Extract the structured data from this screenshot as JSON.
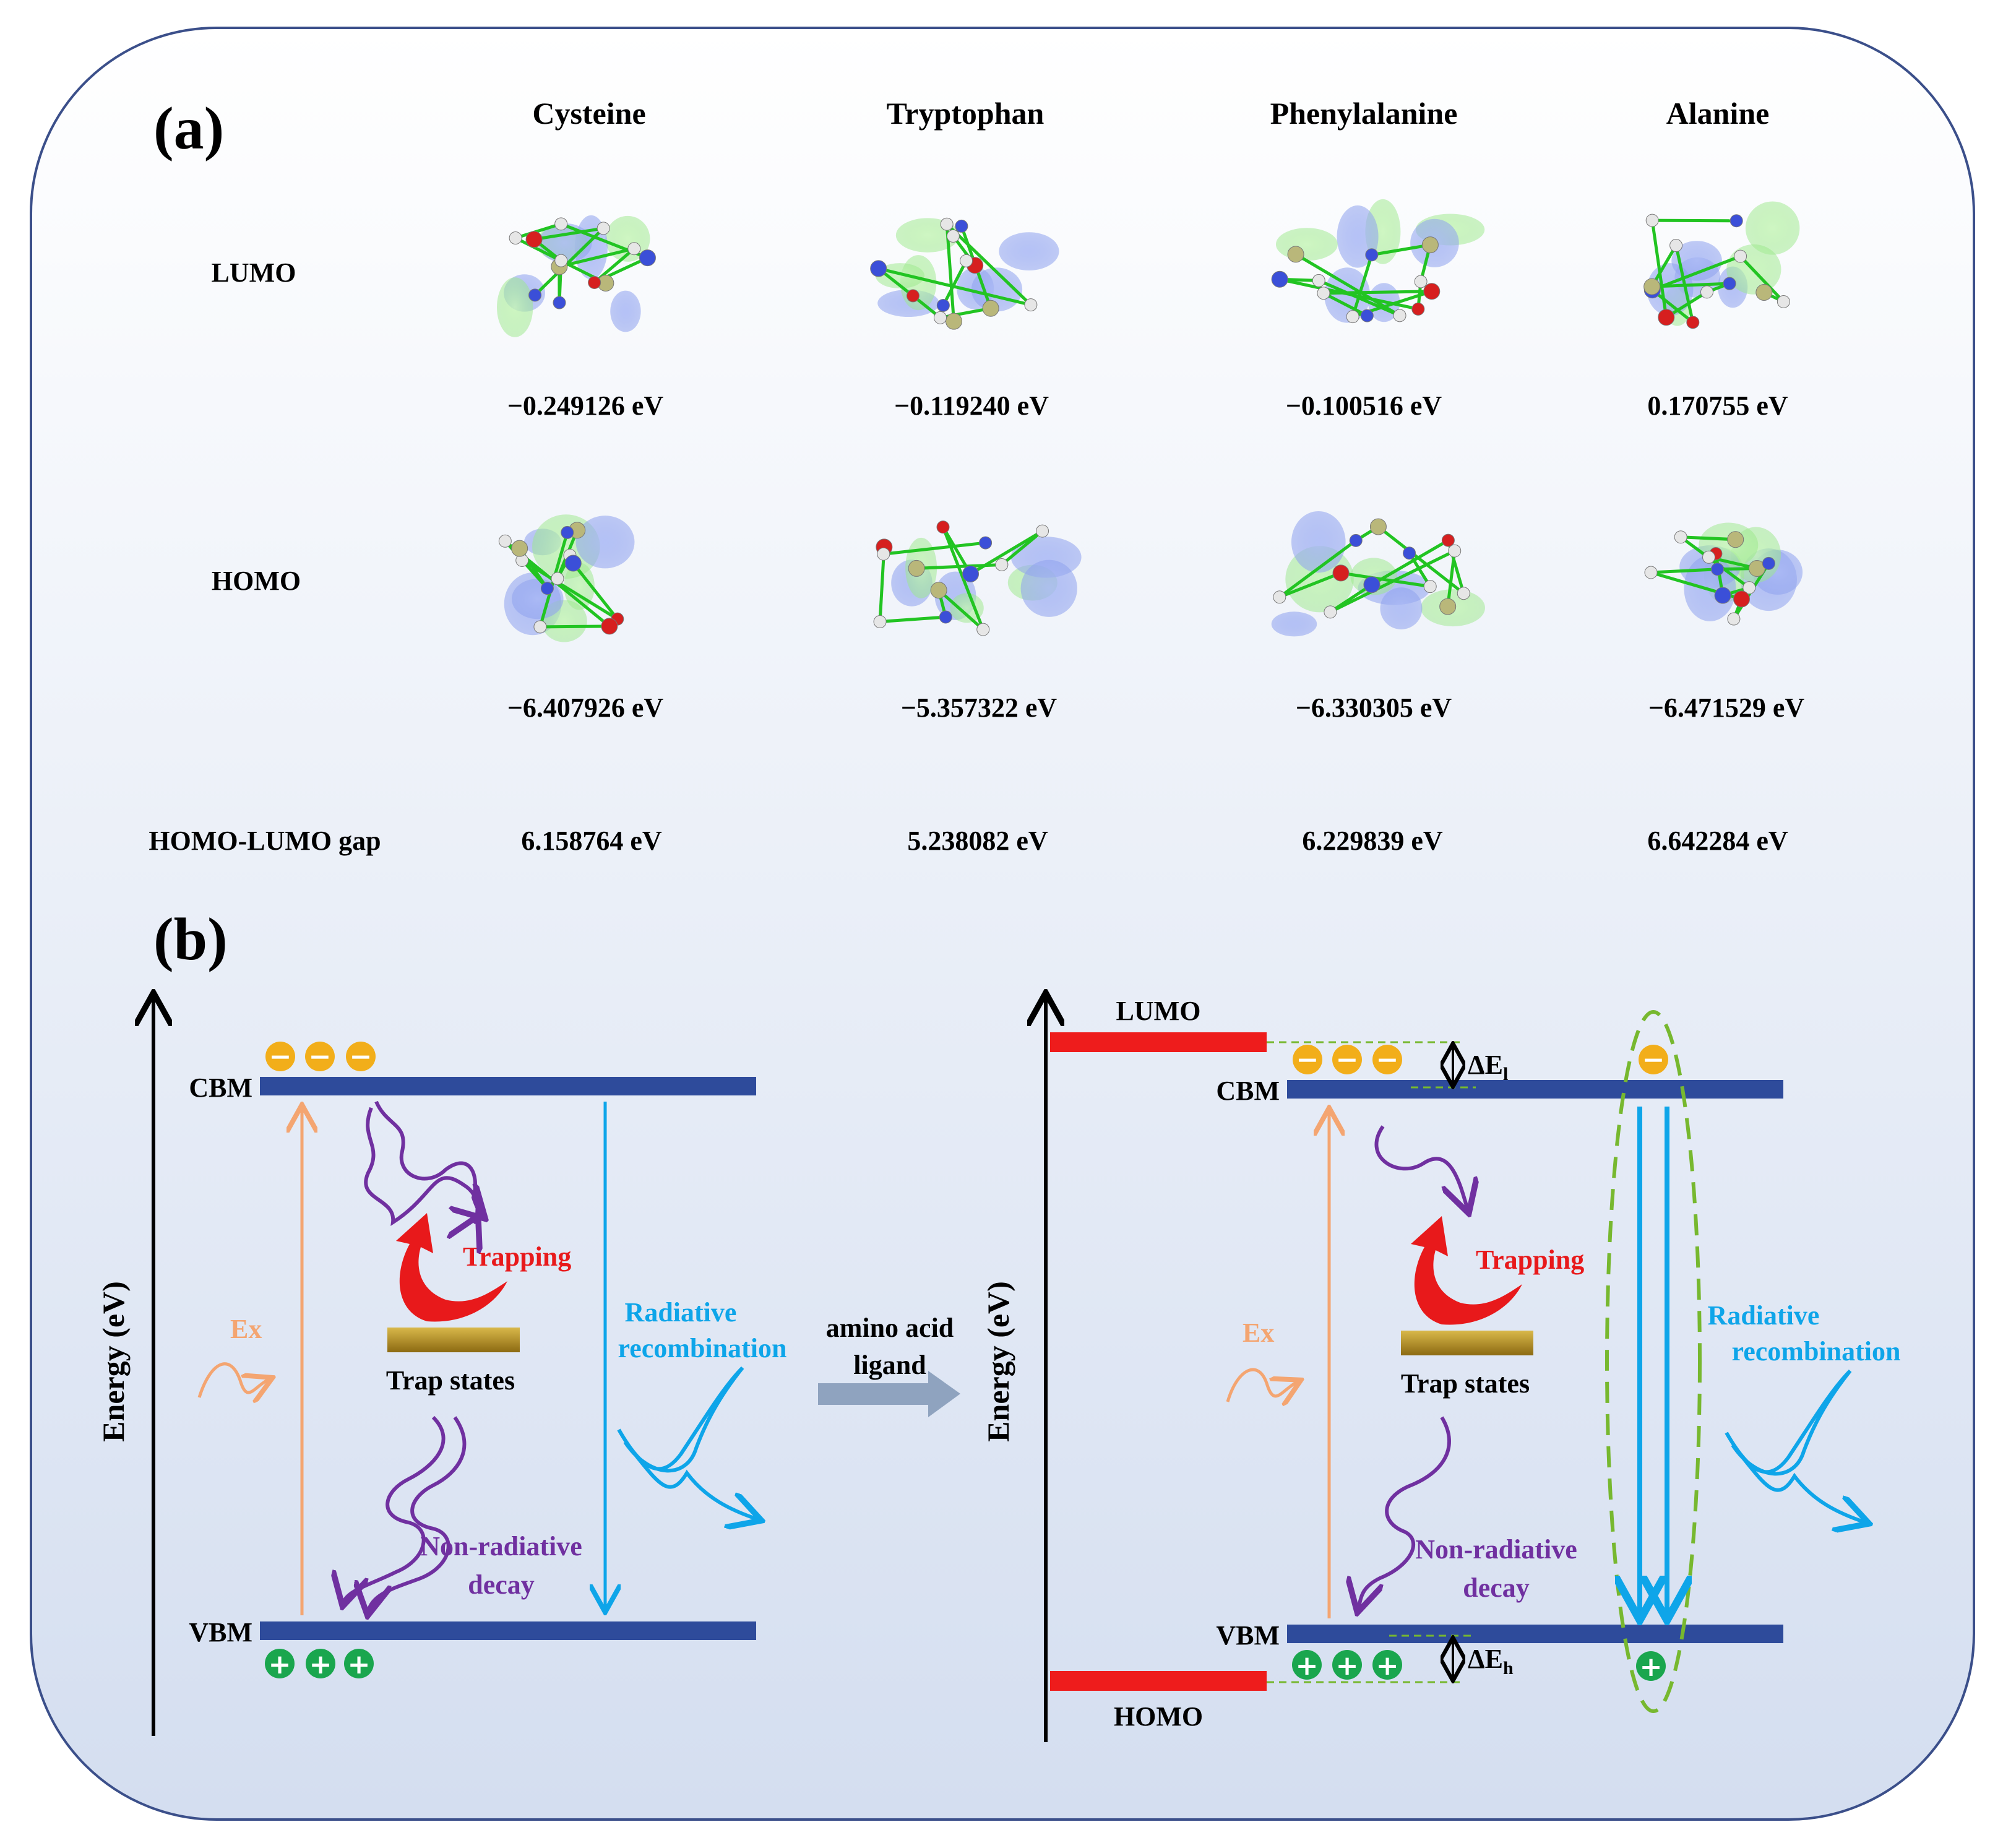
{
  "panel_a": {
    "label": "(a)",
    "molecules": [
      "Cysteine",
      "Tryptophan",
      "Phenylalanine",
      "Alanine"
    ],
    "rows": {
      "lumo": "LUMO",
      "homo": "HOMO",
      "gap": "HOMO-LUMO gap"
    },
    "lumo_values": [
      "−0.249126 eV",
      "−0.119240 eV",
      "−0.100516 eV",
      "0.170755 eV"
    ],
    "homo_values": [
      "−6.407926 eV",
      "−5.357322 eV",
      "−6.330305 eV",
      "−6.471529 eV"
    ],
    "gap_values": [
      "6.158764 eV",
      "5.238082 eV",
      "6.229839 eV",
      "6.642284 eV"
    ]
  },
  "panel_b": {
    "label": "(b)",
    "axis_label": "Energy (eV)",
    "cbm": "CBM",
    "vbm": "VBM",
    "lumo": "LUMO",
    "homo": "HOMO",
    "ex": "Ex",
    "trapping": "Trapping",
    "trap_states": "Trap states",
    "nonrad_1": "Non-radiative",
    "nonrad_2": "decay",
    "rad_1": "Radiative",
    "rad_2": "recombination",
    "transition_1": "amino acid",
    "transition_2": "ligand",
    "delta_e_base": "ΔE",
    "delta_e_l_sub": "l",
    "delta_e_h_sub": "h",
    "electron_sign": "−",
    "hole_sign": "+"
  },
  "colors": {
    "band": "#2e4b9b",
    "ligand_level": "#ee1c1c",
    "electron": "#f2ae1a",
    "hole": "#1aa64e",
    "ex": "#f4a571",
    "nonrad": "#7030a0",
    "radiative": "#0ea5e9",
    "trapping": "#e8191b",
    "guide": "#77b82f"
  }
}
